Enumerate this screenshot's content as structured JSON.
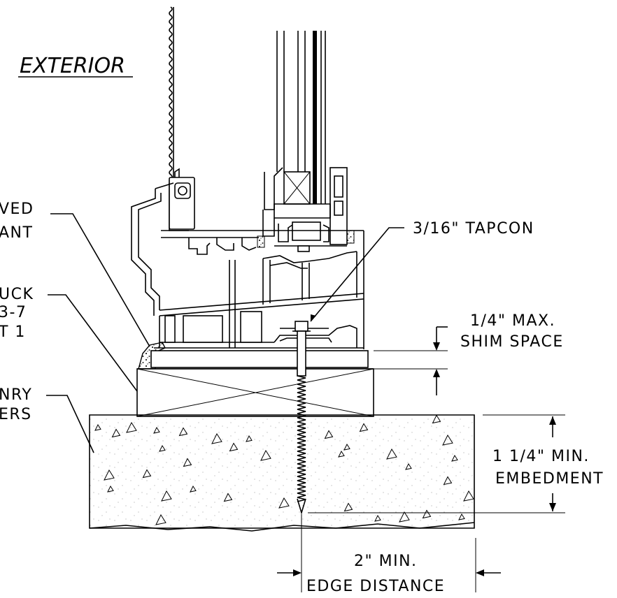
{
  "labels": {
    "exterior": "EXTERIOR",
    "sealant_line1": "VED",
    "sealant_line2": "ANT",
    "buck_line1": "UCK",
    "buck_line2": "3-7",
    "buck_line3": "T 1",
    "masonry_line1": "NRY",
    "masonry_line2": "ERS",
    "tapcon": "3/16\" TAPCON",
    "shim_line1": "1/4\" MAX.",
    "shim_line2": "SHIM SPACE",
    "embed_line1": "1 1/4\" MIN.",
    "embed_line2": "EMBEDMENT",
    "edge_line1": "2\" MIN.",
    "edge_line2": "EDGE DISTANCE"
  },
  "colors": {
    "line": "#000000",
    "background": "#ffffff",
    "concrete_aggregate": "#000000"
  }
}
